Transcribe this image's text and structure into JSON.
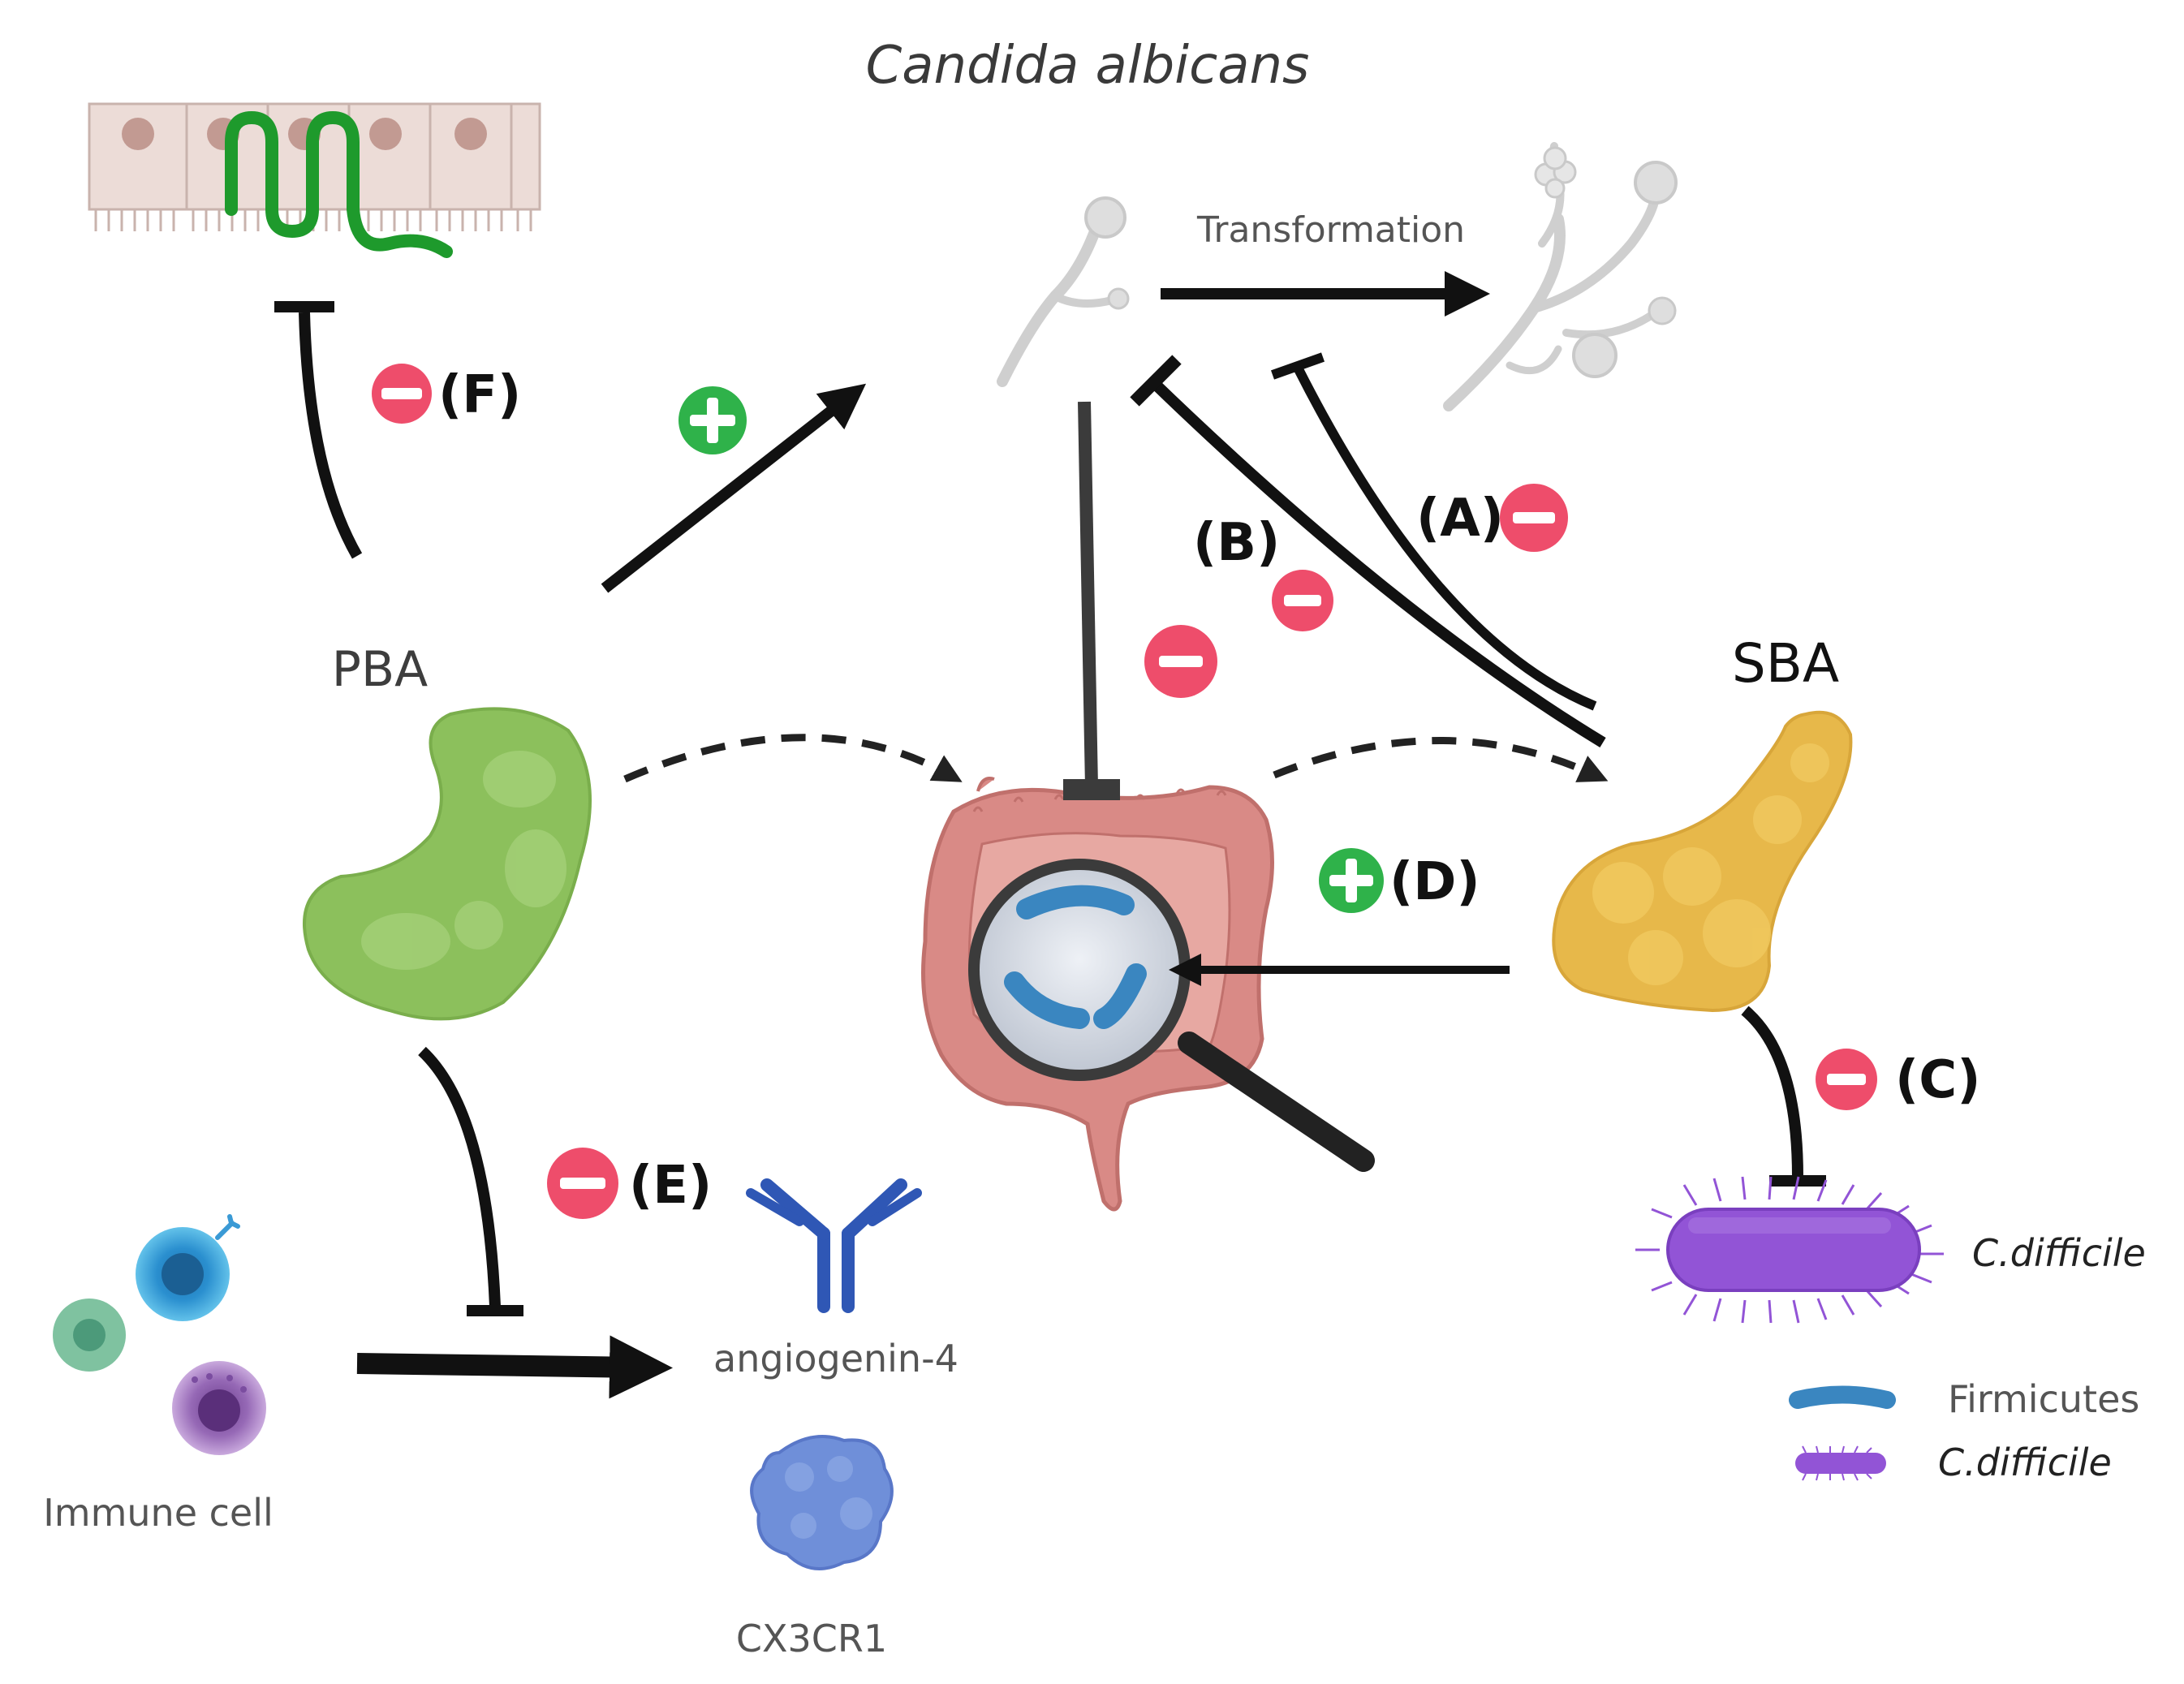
{
  "title": "Candida albicans",
  "transformation_label": "Transformation",
  "pba_label": "PBA",
  "sba_label": "SBA",
  "immune_cell_label": "Immune cell",
  "angiogenin_label": "angiogenin-4",
  "cx3cr1_label": "CX3CR1",
  "cdifficile_label": "C.difficile",
  "legend": {
    "firmicutes": "Firmicutes",
    "cdifficile": "C.difficile"
  },
  "markers": {
    "A": "(A)",
    "B": "(B)",
    "C": "(C)",
    "D": "(D)",
    "E": "(E)",
    "F": "(F)"
  },
  "colors": {
    "inhibit_badge": "#ee4d6b",
    "promote_badge": "#2fb24a",
    "pba": "#8cc05c",
    "sba": "#e7b84a",
    "bacterium": "#9254d6",
    "firmicutes": "#3a86c0",
    "intestine": "#d98a86",
    "epithelium": "#ecdcd7",
    "tight_junction": "#1e9a2c"
  }
}
